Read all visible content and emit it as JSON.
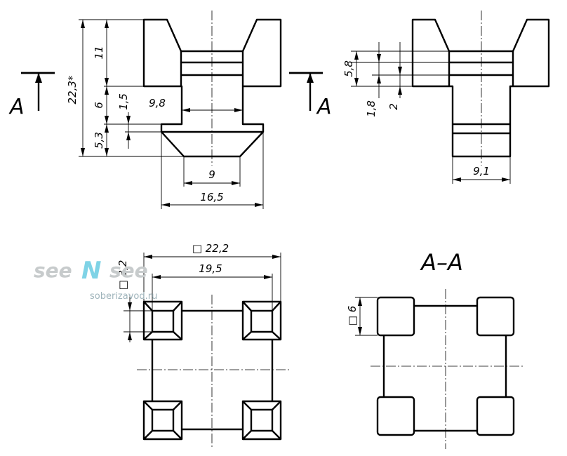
{
  "dimensions": {
    "front_height_total": "22,3*",
    "front_top": "11",
    "front_neck": "6",
    "front_step": "1,5",
    "front_base": "5,3",
    "front_neck_width": "9,8",
    "front_bottom_width": "9",
    "front_flange_width": "16,5",
    "side_groove": "5,8",
    "side_gap_a": "1,8",
    "side_gap_b": "2",
    "side_width": "9,1",
    "plan_outer": "□ 22,2",
    "plan_inner": "19,5",
    "plan_corner": "□ 3,2",
    "section_square": "□ 6"
  },
  "section_markers": {
    "left": "A",
    "right": "A"
  },
  "section_title": "A–A",
  "watermark": {
    "brand_left": "see",
    "brand_mid": "N",
    "brand_right": "see",
    "site": "soberizavod.ru"
  }
}
